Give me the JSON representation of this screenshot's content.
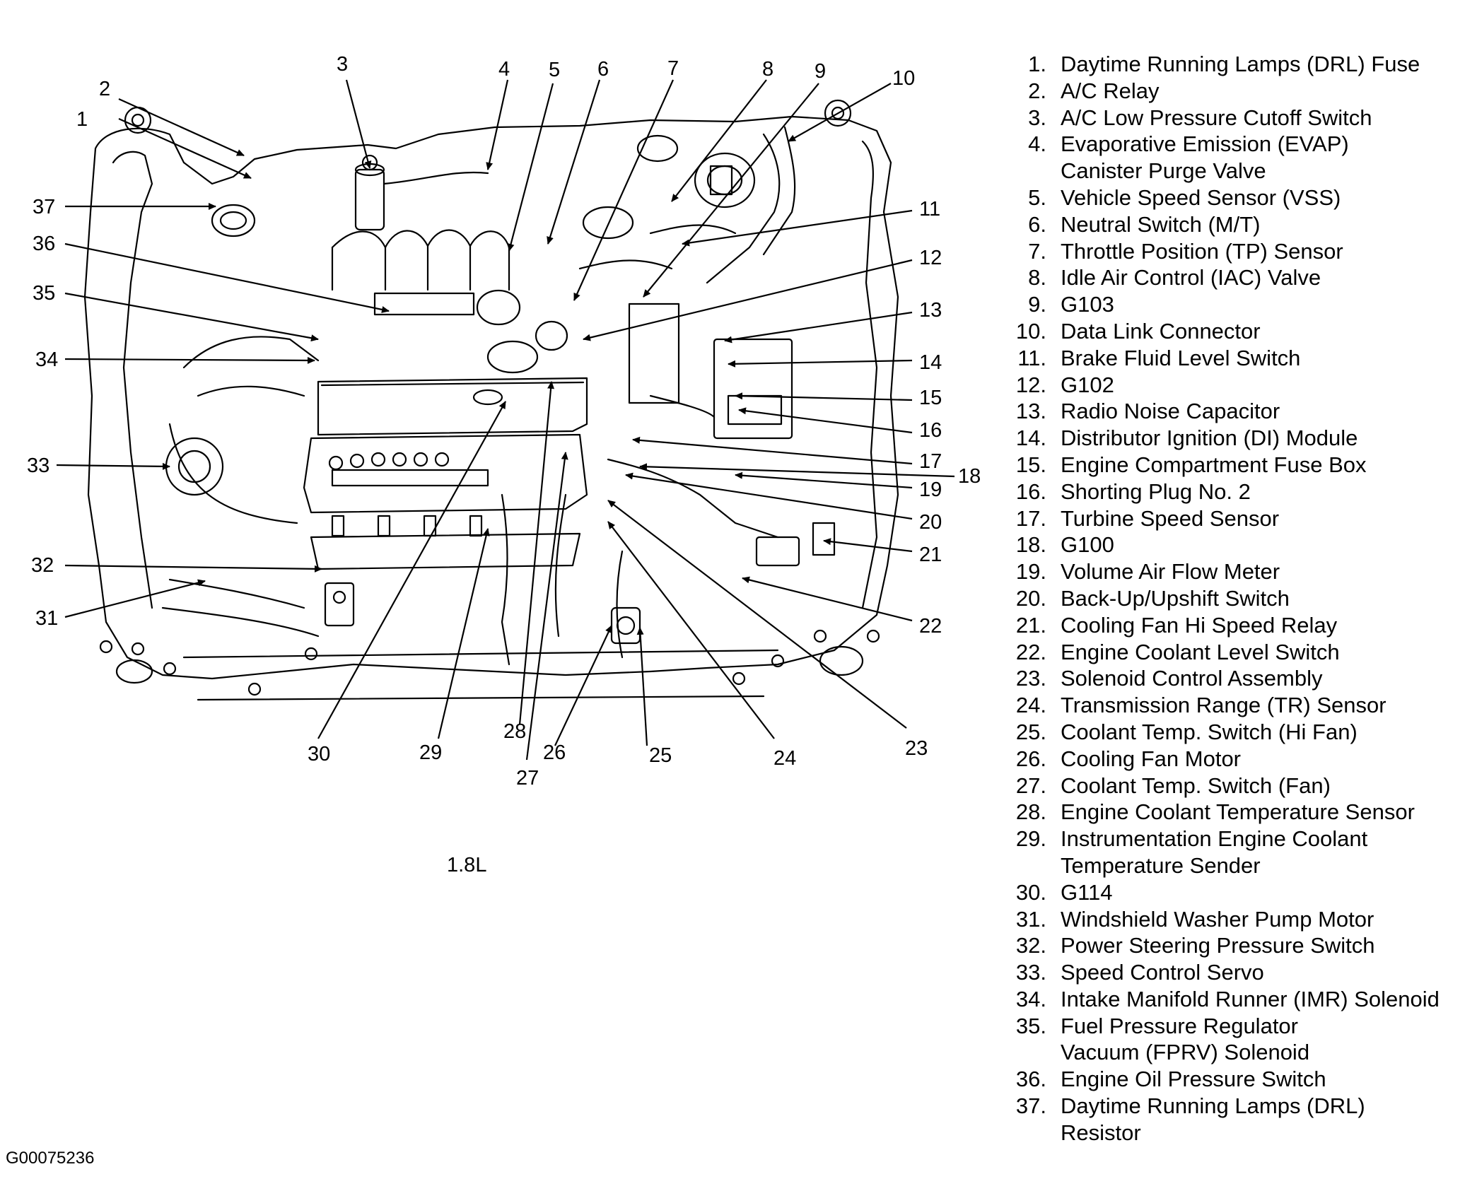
{
  "sub_label": "1.8L",
  "ref_code": "G00075236",
  "callout_numbers": [
    "1",
    "2",
    "3",
    "4",
    "5",
    "6",
    "7",
    "8",
    "9",
    "10",
    "11",
    "12",
    "13",
    "14",
    "15",
    "16",
    "17",
    "18",
    "19",
    "20",
    "21",
    "22",
    "23",
    "24",
    "25",
    "26",
    "27",
    "28",
    "29",
    "30",
    "31",
    "32",
    "33",
    "34",
    "35",
    "36",
    "37"
  ],
  "legend": [
    {
      "num": "1.",
      "text": "Daytime Running Lamps (DRL) Fuse"
    },
    {
      "num": "2.",
      "text": "A/C Relay"
    },
    {
      "num": "3.",
      "text": "A/C Low Pressure Cutoff Switch"
    },
    {
      "num": "4.",
      "text": "Evaporative Emission (EVAP)\nCanister Purge Valve"
    },
    {
      "num": "5.",
      "text": "Vehicle Speed Sensor (VSS)"
    },
    {
      "num": "6.",
      "text": "Neutral Switch (M/T)"
    },
    {
      "num": "7.",
      "text": "Throttle Position (TP) Sensor"
    },
    {
      "num": "8.",
      "text": "Idle Air Control (IAC) Valve"
    },
    {
      "num": "9.",
      "text": "G103"
    },
    {
      "num": "10.",
      "text": "Data Link Connector"
    },
    {
      "num": "11.",
      "text": "Brake Fluid Level Switch"
    },
    {
      "num": "12.",
      "text": "G102"
    },
    {
      "num": "13.",
      "text": "Radio Noise Capacitor"
    },
    {
      "num": "14.",
      "text": "Distributor Ignition (DI) Module"
    },
    {
      "num": "15.",
      "text": "Engine Compartment Fuse Box"
    },
    {
      "num": "16.",
      "text": "Shorting Plug No. 2"
    },
    {
      "num": "17.",
      "text": "Turbine Speed Sensor"
    },
    {
      "num": "18.",
      "text": "G100"
    },
    {
      "num": "19.",
      "text": "Volume Air Flow Meter"
    },
    {
      "num": "20.",
      "text": "Back-Up/Upshift Switch"
    },
    {
      "num": "21.",
      "text": "Cooling Fan Hi Speed Relay"
    },
    {
      "num": "22.",
      "text": "Engine Coolant Level Switch"
    },
    {
      "num": "23.",
      "text": "Solenoid Control Assembly"
    },
    {
      "num": "24.",
      "text": "Transmission Range (TR) Sensor"
    },
    {
      "num": "25.",
      "text": "Coolant Temp. Switch (Hi Fan)"
    },
    {
      "num": "26.",
      "text": "Cooling Fan Motor"
    },
    {
      "num": "27.",
      "text": "Coolant Temp. Switch (Fan)"
    },
    {
      "num": "28.",
      "text": "Engine Coolant Temperature Sensor"
    },
    {
      "num": "29.",
      "text": "Instrumentation Engine Coolant\nTemperature Sender"
    },
    {
      "num": "30.",
      "text": "G114"
    },
    {
      "num": "31.",
      "text": "Windshield Washer Pump Motor"
    },
    {
      "num": "32.",
      "text": "Power Steering Pressure Switch"
    },
    {
      "num": "33.",
      "text": "Speed Control Servo"
    },
    {
      "num": "34.",
      "text": "Intake Manifold Runner (IMR) Solenoid"
    },
    {
      "num": "35.",
      "text": "Fuel Pressure Regulator\nVacuum (FPRV) Solenoid"
    },
    {
      "num": "36.",
      "text": "Engine Oil Pressure Switch"
    },
    {
      "num": "37.",
      "text": "Daytime Running Lamps (DRL)\nResistor"
    }
  ]
}
